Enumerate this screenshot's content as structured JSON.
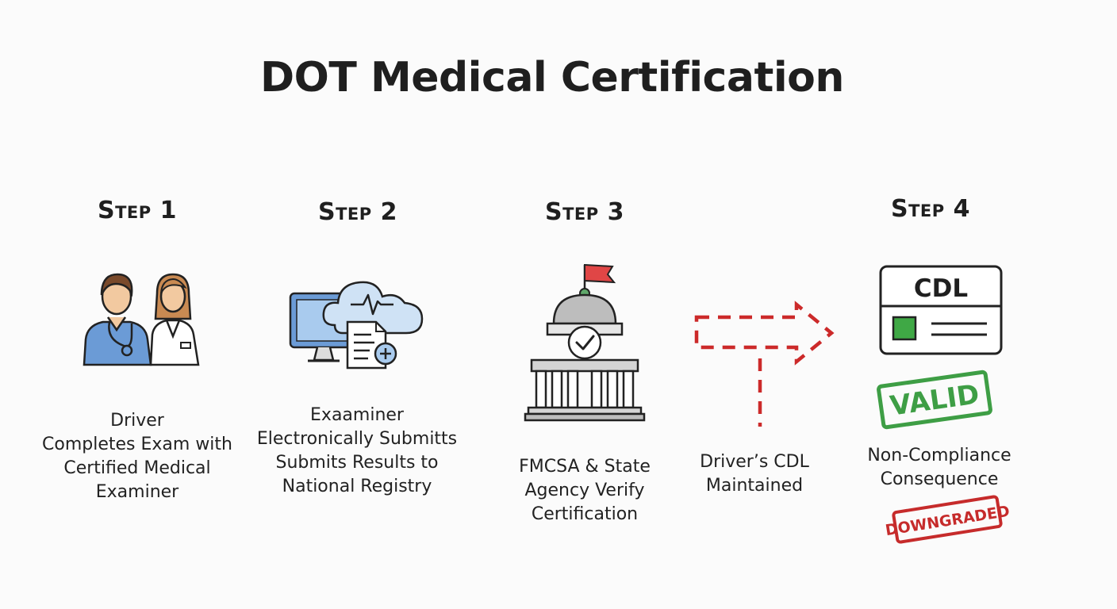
{
  "title": "DOT Medical Certification",
  "steps": [
    {
      "label": "Step 1",
      "description": [
        "Driver",
        "Completes Exam with",
        "Certified Medical",
        "Examiner"
      ]
    },
    {
      "label": "Step 2",
      "description": [
        "Exaaminer",
        "Electronically Submitts",
        "Submits Results to",
        "National Registry"
      ]
    },
    {
      "label": "Step 3",
      "description": [
        "FMCSA & State",
        "Agency Verify",
        "Certification"
      ]
    },
    {
      "label": "Step 4",
      "card_text": "CDL",
      "valid_stamp": "VALID",
      "description": [
        "Non-Compliance",
        "Consequence"
      ],
      "downgraded_stamp": "DOWNGRADED"
    }
  ],
  "arrow_caption": [
    "Driver’s CDL",
    "Maintained"
  ],
  "colors": {
    "accent_red": "#cc2a2a",
    "valid_green": "#3e9e45",
    "icon_blue": "#6b9bd6",
    "cloud_blue": "#cfe2f5"
  }
}
